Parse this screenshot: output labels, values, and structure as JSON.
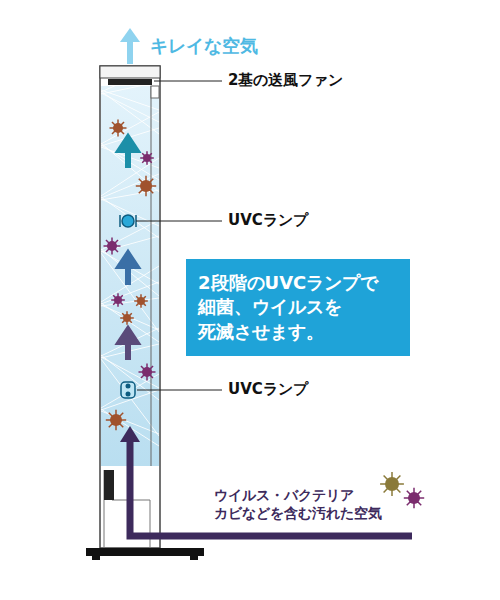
{
  "diagram": {
    "nodes": [
      {
        "text": [
          "2段階のUVCランプで 細菌、ウイルスを 死滅させます。"
        ]
      }
    ],
    "labels": [
      "キレイな空気",
      "2基の送風ファン",
      "UVCランプ",
      "UVCランプ",
      "ウイルス・バクテリア カビなどを含む汚れた空気"
    ]
  }
}
